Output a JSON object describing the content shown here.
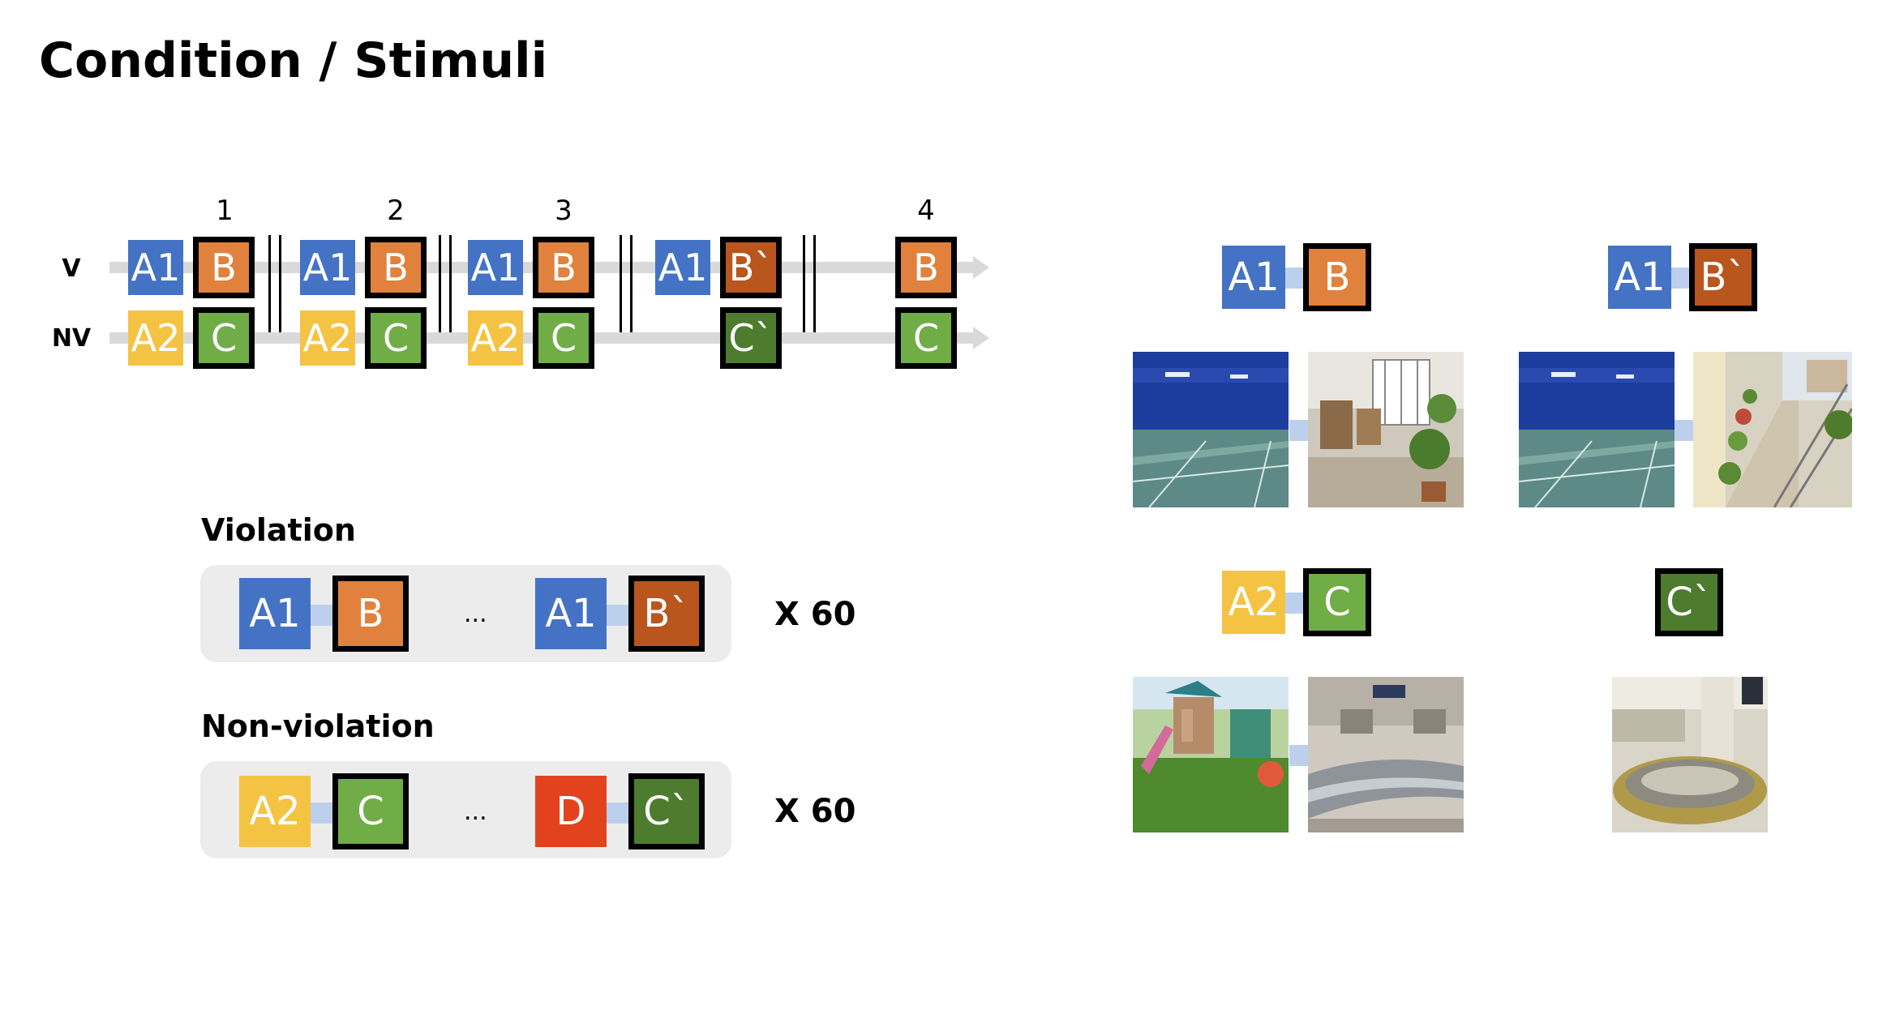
{
  "title": "Condition / Stimuli",
  "timeline": {
    "row_labels": {
      "v": "V",
      "nv": "NV"
    },
    "step_numbers": [
      "1",
      "2",
      "3",
      "4"
    ],
    "v_row": [
      "A1",
      "B",
      "A1",
      "B",
      "A1",
      "B",
      "A1",
      "B`",
      "B"
    ],
    "nv_row": [
      "A2",
      "C",
      "A2",
      "C",
      "A2",
      "C",
      "C`",
      "C"
    ]
  },
  "conditions": {
    "violation": {
      "label": "Violation",
      "items": [
        "A1",
        "B",
        "A1",
        "B`"
      ],
      "ellipsis": "...",
      "repeat": "X 60"
    },
    "non_violation": {
      "label": "Non-violation",
      "items": [
        "A2",
        "C",
        "D",
        "C`"
      ],
      "ellipsis": "...",
      "repeat": "X 60"
    }
  },
  "stimuli": {
    "v_standard": [
      "A1",
      "B"
    ],
    "v_deviant": [
      "A1",
      "B`"
    ],
    "nv_standard": [
      "A2",
      "C"
    ],
    "nv_deviant": [
      "C`"
    ]
  },
  "colors": {
    "a1": "#4472c4",
    "b": "#e0823d",
    "b_prime": "#b9561e",
    "a2": "#f5c343",
    "c": "#70ad47",
    "c_prime": "#4d7c2f",
    "d": "#e2431d"
  }
}
